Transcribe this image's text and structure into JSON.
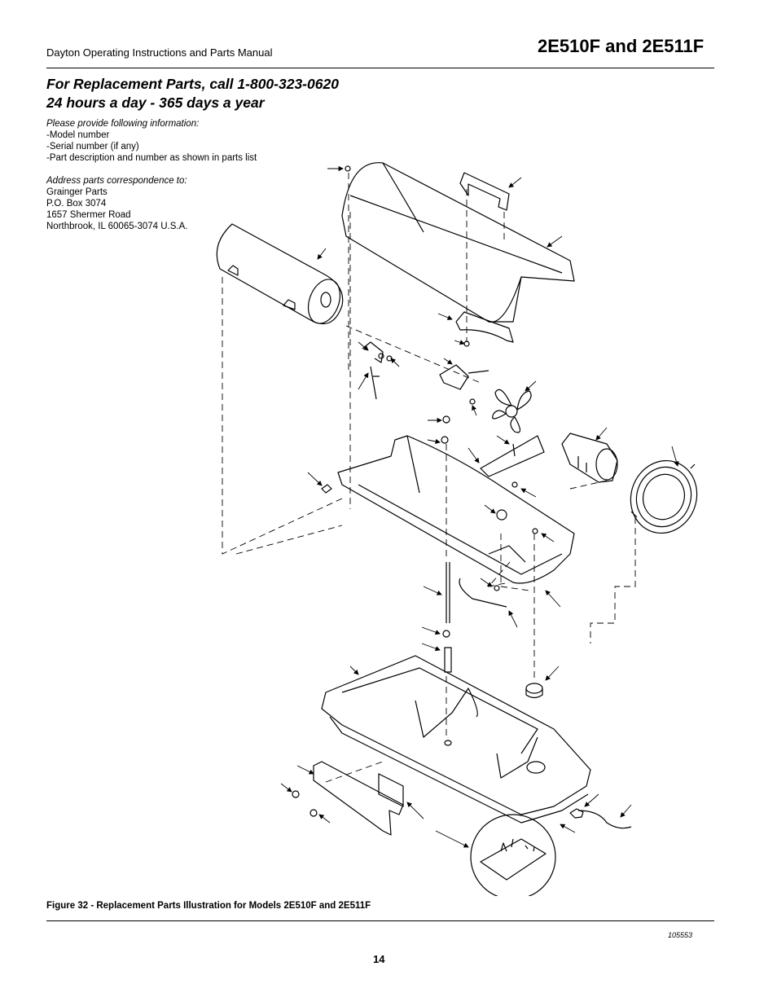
{
  "header": {
    "manual_title": "Dayton Operating Instructions and Parts Manual",
    "model_title": "2E510F and 2E511F"
  },
  "replacement": {
    "line1": "For Replacement Parts, call 1-800-323-0620",
    "line2": "24 hours a day - 365 days a year"
  },
  "info": {
    "intro": "Please provide following information:",
    "items": [
      "-Model number",
      "-Serial number (if any)",
      "-Part description and number as shown in parts list"
    ]
  },
  "address": {
    "intro": "Address parts correspondence to:",
    "lines": [
      "Grainger Parts",
      "P.O. Box 3074",
      "1657 Shermer Road",
      "Northbrook, IL  60065-3074 U.S.A."
    ]
  },
  "figure": {
    "caption": "Figure 32 - Replacement Parts Illustration for Models 2E510F and 2E511F",
    "code": "105553"
  },
  "footer": {
    "page_number": "14"
  }
}
